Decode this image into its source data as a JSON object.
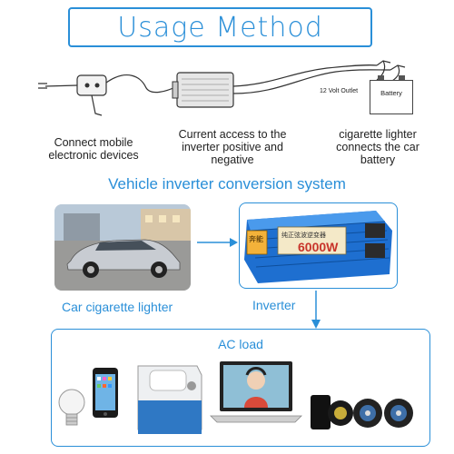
{
  "title": "Usage Method",
  "wiring": {
    "outlet_label": "12 Volt Outlet",
    "battery_label": "Battery"
  },
  "captions": {
    "connect": "Connect mobile electronic devices",
    "current": "Current access to the inverter positive and negative",
    "lighter": "cigarette lighter connects the car battery"
  },
  "system_title": "Vehicle inverter conversion system",
  "labels": {
    "car": "Car cigarette lighter",
    "inverter": "Inverter",
    "ac_load": "AC load"
  },
  "inverter": {
    "brand": "奔能",
    "sub": "纯正弦波逆变器",
    "power": "6000W"
  },
  "colors": {
    "accent": "#2a8fd8",
    "inverter_body": "#1e6fd0"
  },
  "icons": [
    "power-plug-icon",
    "inverter-icon",
    "battery-icon",
    "car-photo",
    "light-bulb-icon",
    "phone-icon",
    "mini-fridge-icon",
    "laptop-icon",
    "speaker-icon"
  ]
}
